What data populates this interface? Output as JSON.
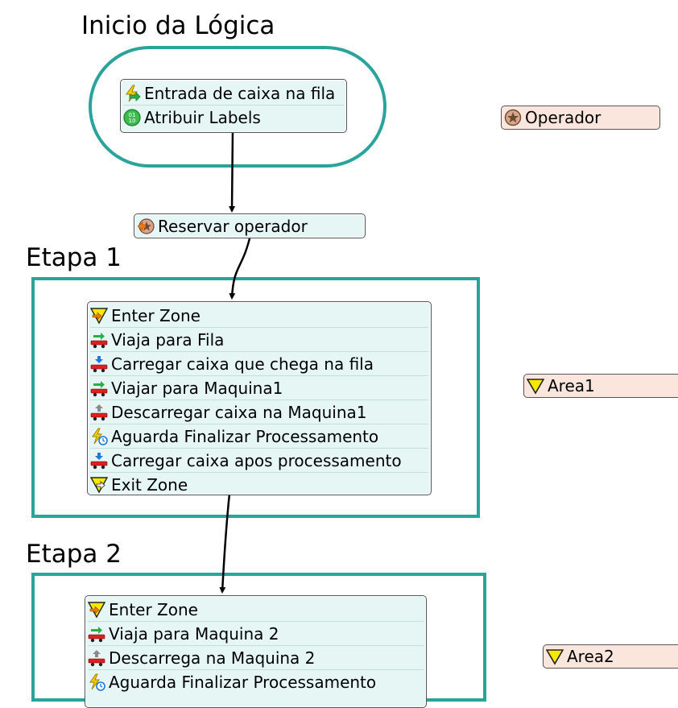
{
  "headings": {
    "start": "Inicio da Lógica",
    "stage1": "Etapa 1",
    "stage2": "Etapa 2"
  },
  "start_block": {
    "items": [
      {
        "label": "Entrada de caixa na fila",
        "icon": "lightning-arrow-icon"
      },
      {
        "label": "Atribuir Labels",
        "icon": "binary-label-icon"
      }
    ]
  },
  "reserve_block": {
    "label": "Reservar operador",
    "icon": "acquire-operator-icon"
  },
  "stage1_block": {
    "items": [
      {
        "label": "Enter Zone",
        "icon": "enter-zone-icon"
      },
      {
        "label": "Viaja para Fila",
        "icon": "travel-icon"
      },
      {
        "label": "Carregar caixa que chega na fila",
        "icon": "load-icon"
      },
      {
        "label": "Viajar para Maquina1",
        "icon": "travel-icon"
      },
      {
        "label": "Descarregar caixa na Maquina1",
        "icon": "unload-icon"
      },
      {
        "label": "Aguarda Finalizar Processamento",
        "icon": "wait-event-icon"
      },
      {
        "label": "Carregar caixa apos processamento",
        "icon": "load-icon"
      },
      {
        "label": "Exit Zone",
        "icon": "exit-zone-icon"
      }
    ]
  },
  "stage2_block": {
    "items": [
      {
        "label": "Enter Zone",
        "icon": "enter-zone-icon"
      },
      {
        "label": "Viaja para Maquina 2",
        "icon": "travel-icon"
      },
      {
        "label": "Descarrega na Maquina 2",
        "icon": "unload-icon"
      },
      {
        "label": "Aguarda Finalizar Processamento",
        "icon": "wait-event-icon"
      }
    ]
  },
  "shared_assets": {
    "operator": {
      "label": "Operador",
      "icon": "star-token-icon"
    },
    "area1": {
      "label": "Area1",
      "icon": "yellow-triangle-icon"
    },
    "area2": {
      "label": "Area2",
      "icon": "yellow-triangle-icon"
    }
  },
  "colors": {
    "container_border": "#2aa39a",
    "block_fill": "#e6f6f5",
    "asset_fill": "#fbe6dd"
  }
}
